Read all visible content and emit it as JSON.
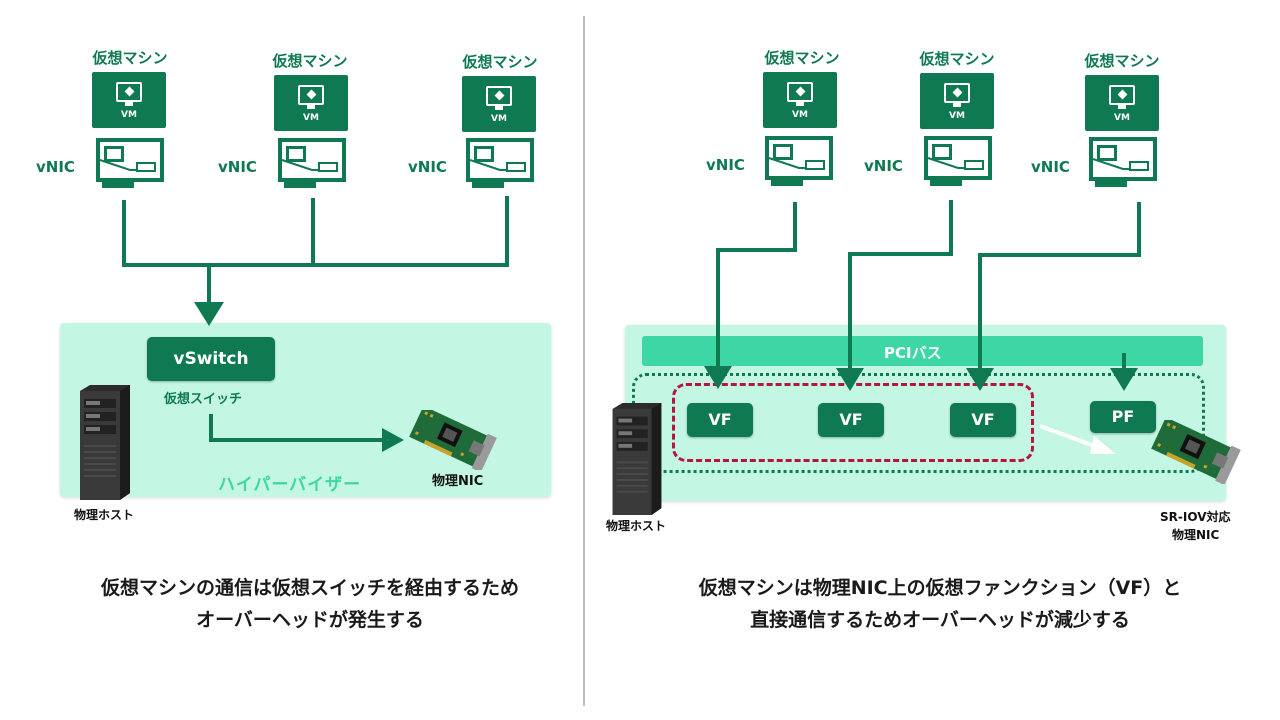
{
  "left": {
    "vms": [
      {
        "label": "仮想マシン",
        "vm": "VM",
        "nic": "vNIC"
      },
      {
        "label": "仮想マシン",
        "vm": "VM",
        "nic": "vNIC"
      },
      {
        "label": "仮想マシン",
        "vm": "VM",
        "nic": "vNIC"
      }
    ],
    "vswitch": "vSwitch",
    "vswitch_sub": "仮想スイッチ",
    "hypervisor": "ハイパーバイザー",
    "physical_nic": "物理NIC",
    "physical_host": "物理ホスト",
    "caption_line1": "仮想マシンの通信は仮想スイッチを経由するため",
    "caption_line2": "オーバーヘッドが発生する"
  },
  "right": {
    "vms": [
      {
        "label": "仮想マシン",
        "vm": "VM",
        "nic": "vNIC"
      },
      {
        "label": "仮想マシン",
        "vm": "VM",
        "nic": "vNIC"
      },
      {
        "label": "仮想マシン",
        "vm": "VM",
        "nic": "vNIC"
      }
    ],
    "pci_bus": "PCIバス",
    "vf": [
      "VF",
      "VF",
      "VF"
    ],
    "pf": "PF",
    "sriov_line1": "SR-IOV対応",
    "sriov_line2": "物理NIC",
    "physical_host": "物理ホスト",
    "caption_line1": "仮想マシンは物理NIC上の仮想ファンクション（VF）と",
    "caption_line2": "直接通信するためオーバーヘッドが減少する"
  },
  "colors": {
    "brand_green": "#0f7a52",
    "panel_bg": "#c3f7e3",
    "bus_green": "#3dd6a5",
    "vf_group_border": "#b5163e"
  }
}
